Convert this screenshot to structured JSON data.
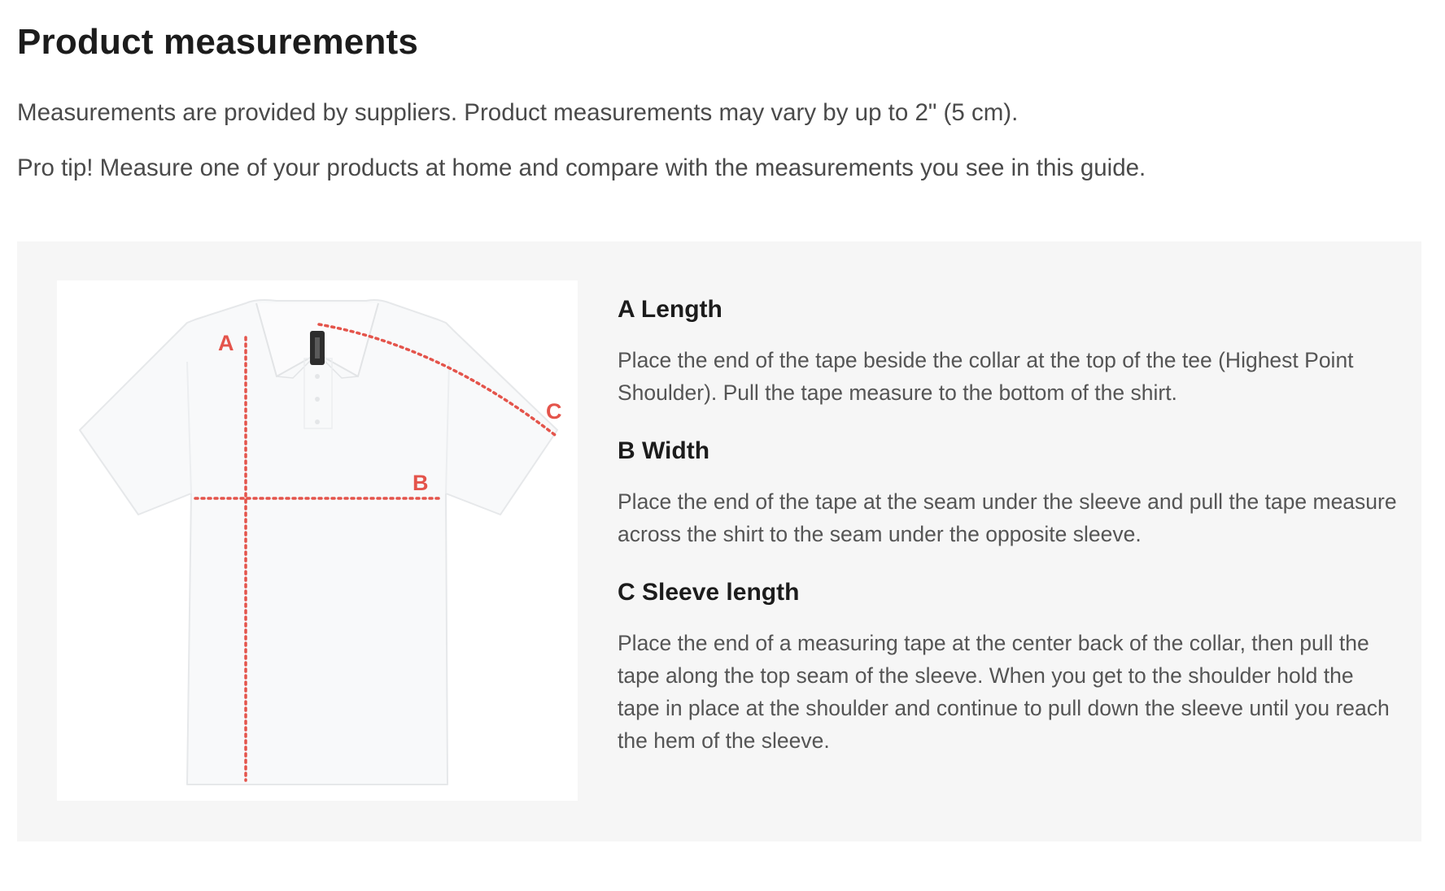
{
  "page": {
    "title": "Product measurements",
    "intro_1": "Measurements are provided by suppliers. Product measurements may vary by up to 2\" (5 cm).",
    "intro_2": "Pro tip! Measure one of your products at home and compare with the measurements you see in this guide."
  },
  "diagram": {
    "letters": {
      "a": "A",
      "b": "B",
      "c": "C"
    },
    "colors": {
      "measure_line": "#e4544b",
      "shirt_fill": "#f8f9fa",
      "shirt_outline": "#e6e8ea",
      "panel_background": "#f6f6f6"
    }
  },
  "measurements": [
    {
      "title": "A Length",
      "description": "Place the end of the tape beside the collar at the top of the tee (Highest Point Shoulder). Pull the tape measure to the bottom of the shirt."
    },
    {
      "title": "B Width",
      "description": "Place the end of the tape at the seam under the sleeve and pull the tape measure across the shirt to the seam under the opposite sleeve."
    },
    {
      "title": "C Sleeve length",
      "description": "Place the end of a measuring tape at the center back of the collar, then pull the tape along the top seam of the sleeve. When you get to the shoulder hold the tape in place at the shoulder and continue to pull down the sleeve until you reach the hem of the sleeve."
    }
  ]
}
